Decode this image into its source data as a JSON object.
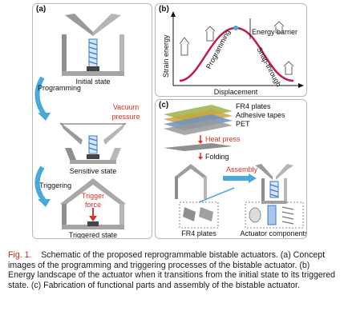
{
  "panel_a": {
    "label": "(a)",
    "initial_state": "Initial state",
    "programming": "Programming",
    "vacuum_pressure_line1": "Vacuum",
    "vacuum_pressure_line2": "pressure",
    "sensitive_state": "Sensitive state",
    "triggering": "Triggering",
    "trigger_force_line1": "Trigger",
    "trigger_force_line2": "force",
    "triggered_state": "Triggered state"
  },
  "panel_b": {
    "label": "(b)",
    "energy_barrier": "Energy barrier",
    "programming": "Programming",
    "snap_through": "Snap-through",
    "ylabel": "Strain energy",
    "xlabel": "Displacement"
  },
  "panel_c": {
    "label": "(c)",
    "fr4_plates_top": "FR4 plates",
    "adhesive_tapes": "Adhesive tapes",
    "pet": "PET",
    "heat_press": "Heat press",
    "folding": "Folding",
    "assembly": "Assembly",
    "fr4_plates_bottom": "FR4 plates",
    "actuator_components": "Actuator components"
  },
  "caption": {
    "label": "Fig. 1.",
    "text": "Schematic of the proposed reprogrammable bistable actuators. (a) Concept images of the programming and triggering processes of the bistable actuator. (b) Energy landscape of the actuator when it transitions from the initial state to its triggered state. (c) Fabrication of functional parts and assembly of the bistable actuator."
  },
  "colors": {
    "caption_label": "#c7231d",
    "annotation_red": "#e0301e",
    "arrow_blue": "#4aa8dc",
    "energy_curve": "#c2185b",
    "spring_blue": "#3a78c9"
  }
}
